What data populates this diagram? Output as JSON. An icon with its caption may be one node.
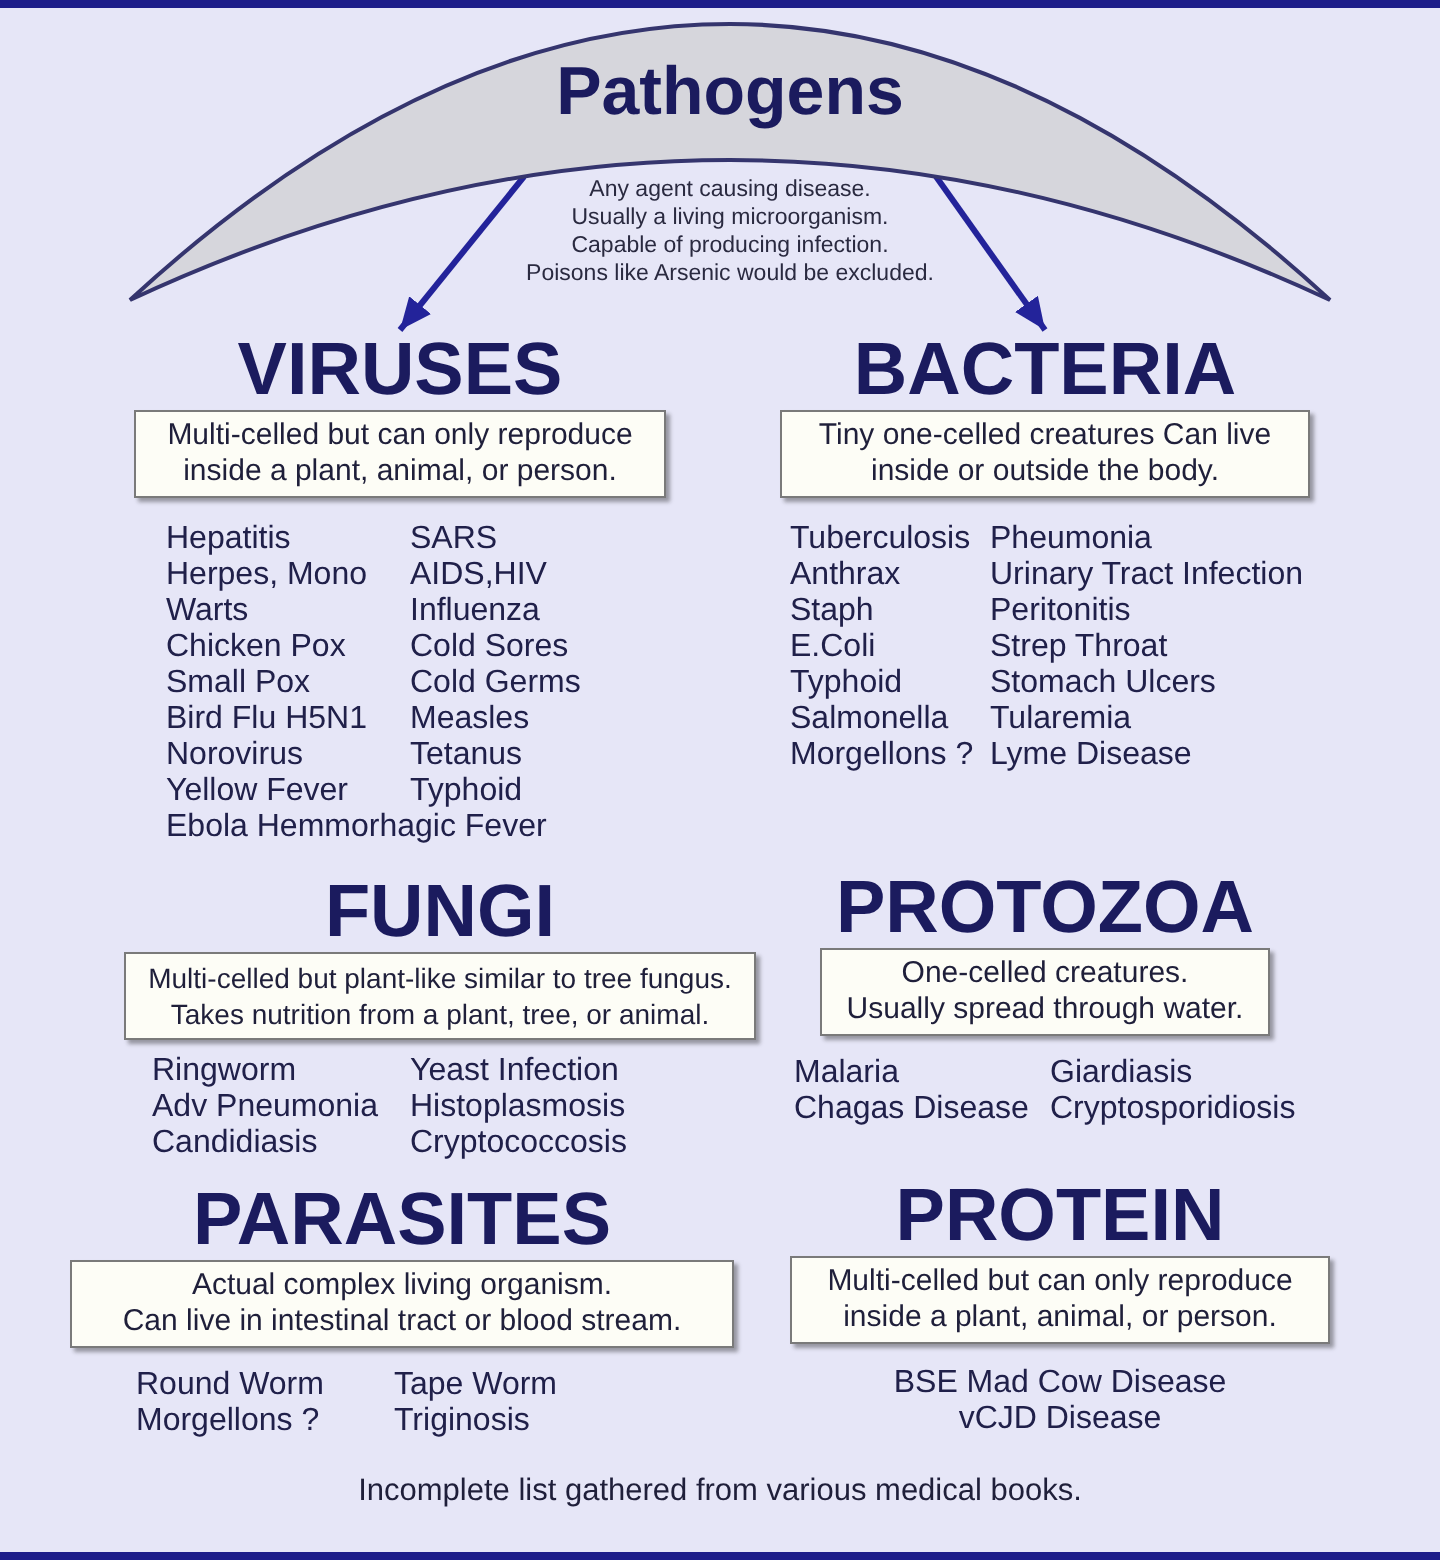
{
  "diagram": {
    "nodes": [
      {
        "text": [
          "Pathogens",
          "Any agent causing disease. Usually a living microorganism. Capable of producing infection. Poisons like Arsenic would be excluded."
        ]
      },
      {
        "text": [
          "VIRUSES",
          "Multi-celled but can only reproduce inside a plant, animal, or person."
        ],
        "beside": [
          "Hepatitis",
          "SARS",
          "Herpes, Mono",
          "AIDS,HIV",
          "Warts",
          "Influenza",
          "Chicken Pox",
          "Cold Sores",
          "Small Pox",
          "Cold Germs",
          "Bird Flu H5N1",
          "Measles",
          "Norovirus",
          "Tetanus",
          "Yellow Fever",
          "Typhoid",
          "Ebola Hemmorhagic Fever"
        ]
      },
      {
        "text": [
          "BACTERIA",
          "Tiny one-celled creatures Can live inside or outside the body."
        ],
        "beside": [
          "Tuberculosis",
          "Pheumonia",
          "Anthrax",
          "Urinary Tract Infection",
          "Staph",
          "Peritonitis",
          "E.Coli",
          "Strep Throat",
          "Typhoid",
          "Stomach Ulcers",
          "Salmonella",
          "Tularemia",
          "Morgellons ?",
          "Lyme Disease"
        ]
      },
      {
        "text": [
          "FUNGI",
          "Multi-celled but plant-like similar to tree fungus. Takes nutrition from a plant, tree, or animal."
        ],
        "beside": [
          "Ringworm",
          "Yeast Infection",
          "Adv Pneumonia",
          "Histoplasmosis",
          "Candidiasis",
          "Cryptococcosis"
        ]
      },
      {
        "text": [
          "PROTOZOA",
          "One-celled creatures. Usually spread through water."
        ],
        "beside": [
          "Malaria",
          "Giardiasis",
          "Chagas Disease",
          "Cryptosporidiosis"
        ]
      },
      {
        "text": [
          "PARASITES",
          "Actual complex living organism. Can live in intestinal tract or blood stream."
        ],
        "beside": [
          "Round Worm",
          "Tape Worm",
          "Morgellons ?",
          "Triginosis"
        ]
      },
      {
        "text": [
          "PROTEIN",
          "Multi-celled but can only reproduce inside a plant, animal, or person."
        ],
        "beside": [
          "BSE Mad Cow Disease",
          "vCJD Disease"
        ]
      }
    ],
    "edges": [
      {
        "from": 0,
        "to": 1,
        "arrow": "to"
      },
      {
        "from": 0,
        "to": 2,
        "arrow": "to"
      }
    ],
    "labels": [
      "Incomplete list gathered from various medical books."
    ]
  }
}
